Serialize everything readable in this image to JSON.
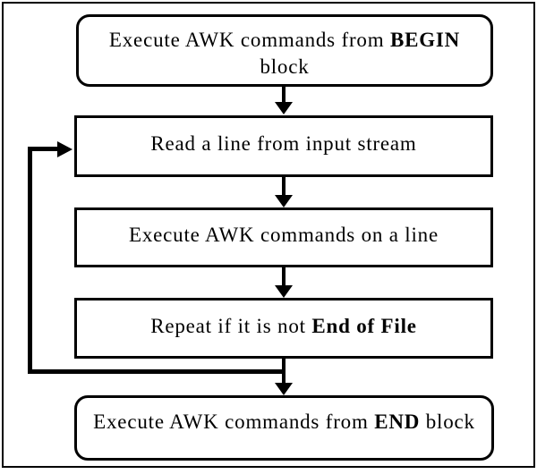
{
  "diagram": {
    "type": "flowchart",
    "colors": {
      "line": "#000000",
      "background": "#ffffff",
      "text": "#000000"
    },
    "nodes": [
      {
        "id": "begin",
        "shape": "rounded-rectangle",
        "pre": "Execute AWK commands from ",
        "bold": "BEGIN",
        "post": "block"
      },
      {
        "id": "read-line",
        "shape": "rectangle",
        "pre": "Read a line from input stream",
        "bold": "",
        "post": ""
      },
      {
        "id": "execute-line",
        "shape": "rectangle",
        "pre": "Execute AWK commands on a line",
        "bold": "",
        "post": ""
      },
      {
        "id": "repeat",
        "shape": "rectangle",
        "pre": "Repeat if it is not ",
        "bold": "End of File",
        "post": ""
      },
      {
        "id": "end",
        "shape": "rounded-rectangle",
        "pre": "Execute AWK commands from ",
        "bold": "END",
        "post": " block"
      }
    ],
    "edges": [
      {
        "from": "begin",
        "to": "read-line",
        "type": "arrow-down"
      },
      {
        "from": "read-line",
        "to": "execute-line",
        "type": "arrow-down"
      },
      {
        "from": "execute-line",
        "to": "repeat",
        "type": "arrow-down"
      },
      {
        "from": "repeat",
        "to": "end",
        "type": "arrow-down"
      },
      {
        "from": "repeat",
        "to": "read-line",
        "type": "loop-back-left"
      }
    ]
  }
}
